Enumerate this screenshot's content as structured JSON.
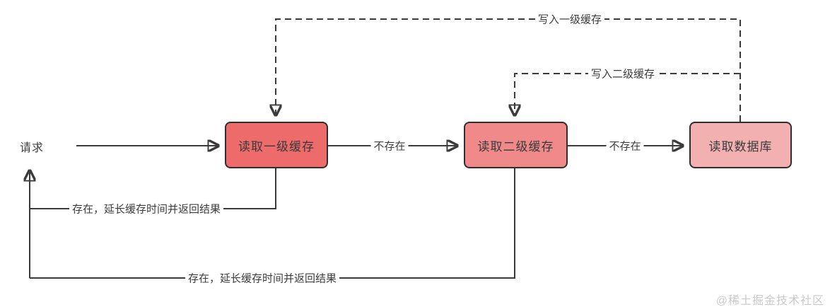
{
  "diagram": {
    "title": "multi-level cache read/write flow",
    "start_label": "请求",
    "nodes": [
      {
        "id": "read-l1-cache",
        "label": "读取一级缓存",
        "fill": "#ee6b6b"
      },
      {
        "id": "read-l2-cache",
        "label": "读取二级缓存",
        "fill": "#f08a8a"
      },
      {
        "id": "read-database",
        "label": "读取数据库",
        "fill": "#f3b0b0"
      }
    ],
    "edges": {
      "request_to_l1": {
        "label": ""
      },
      "l1_to_l2": {
        "label": "不存在"
      },
      "l2_to_db": {
        "label": "不存在"
      },
      "db_write_l1": {
        "label": "写入一级缓存",
        "style": "dashed"
      },
      "db_write_l2": {
        "label": "写入二级缓存",
        "style": "dashed"
      },
      "l1_return": {
        "label": "存在，延长缓存时间并返回结果"
      },
      "l2_return": {
        "label": "存在，延长缓存时间并返回结果"
      }
    },
    "colors": {
      "line": "#3b3b3b",
      "node_border": "#2f2f2f",
      "node_l1_fill": "#ee6b6b",
      "node_l2_fill": "#f08a8a",
      "node_db_fill": "#f3b0b0",
      "text": "#3d3d3d",
      "watermark": "#c9c9c9",
      "background": "#ffffff"
    }
  },
  "watermark": "@稀土掘金技术社区"
}
